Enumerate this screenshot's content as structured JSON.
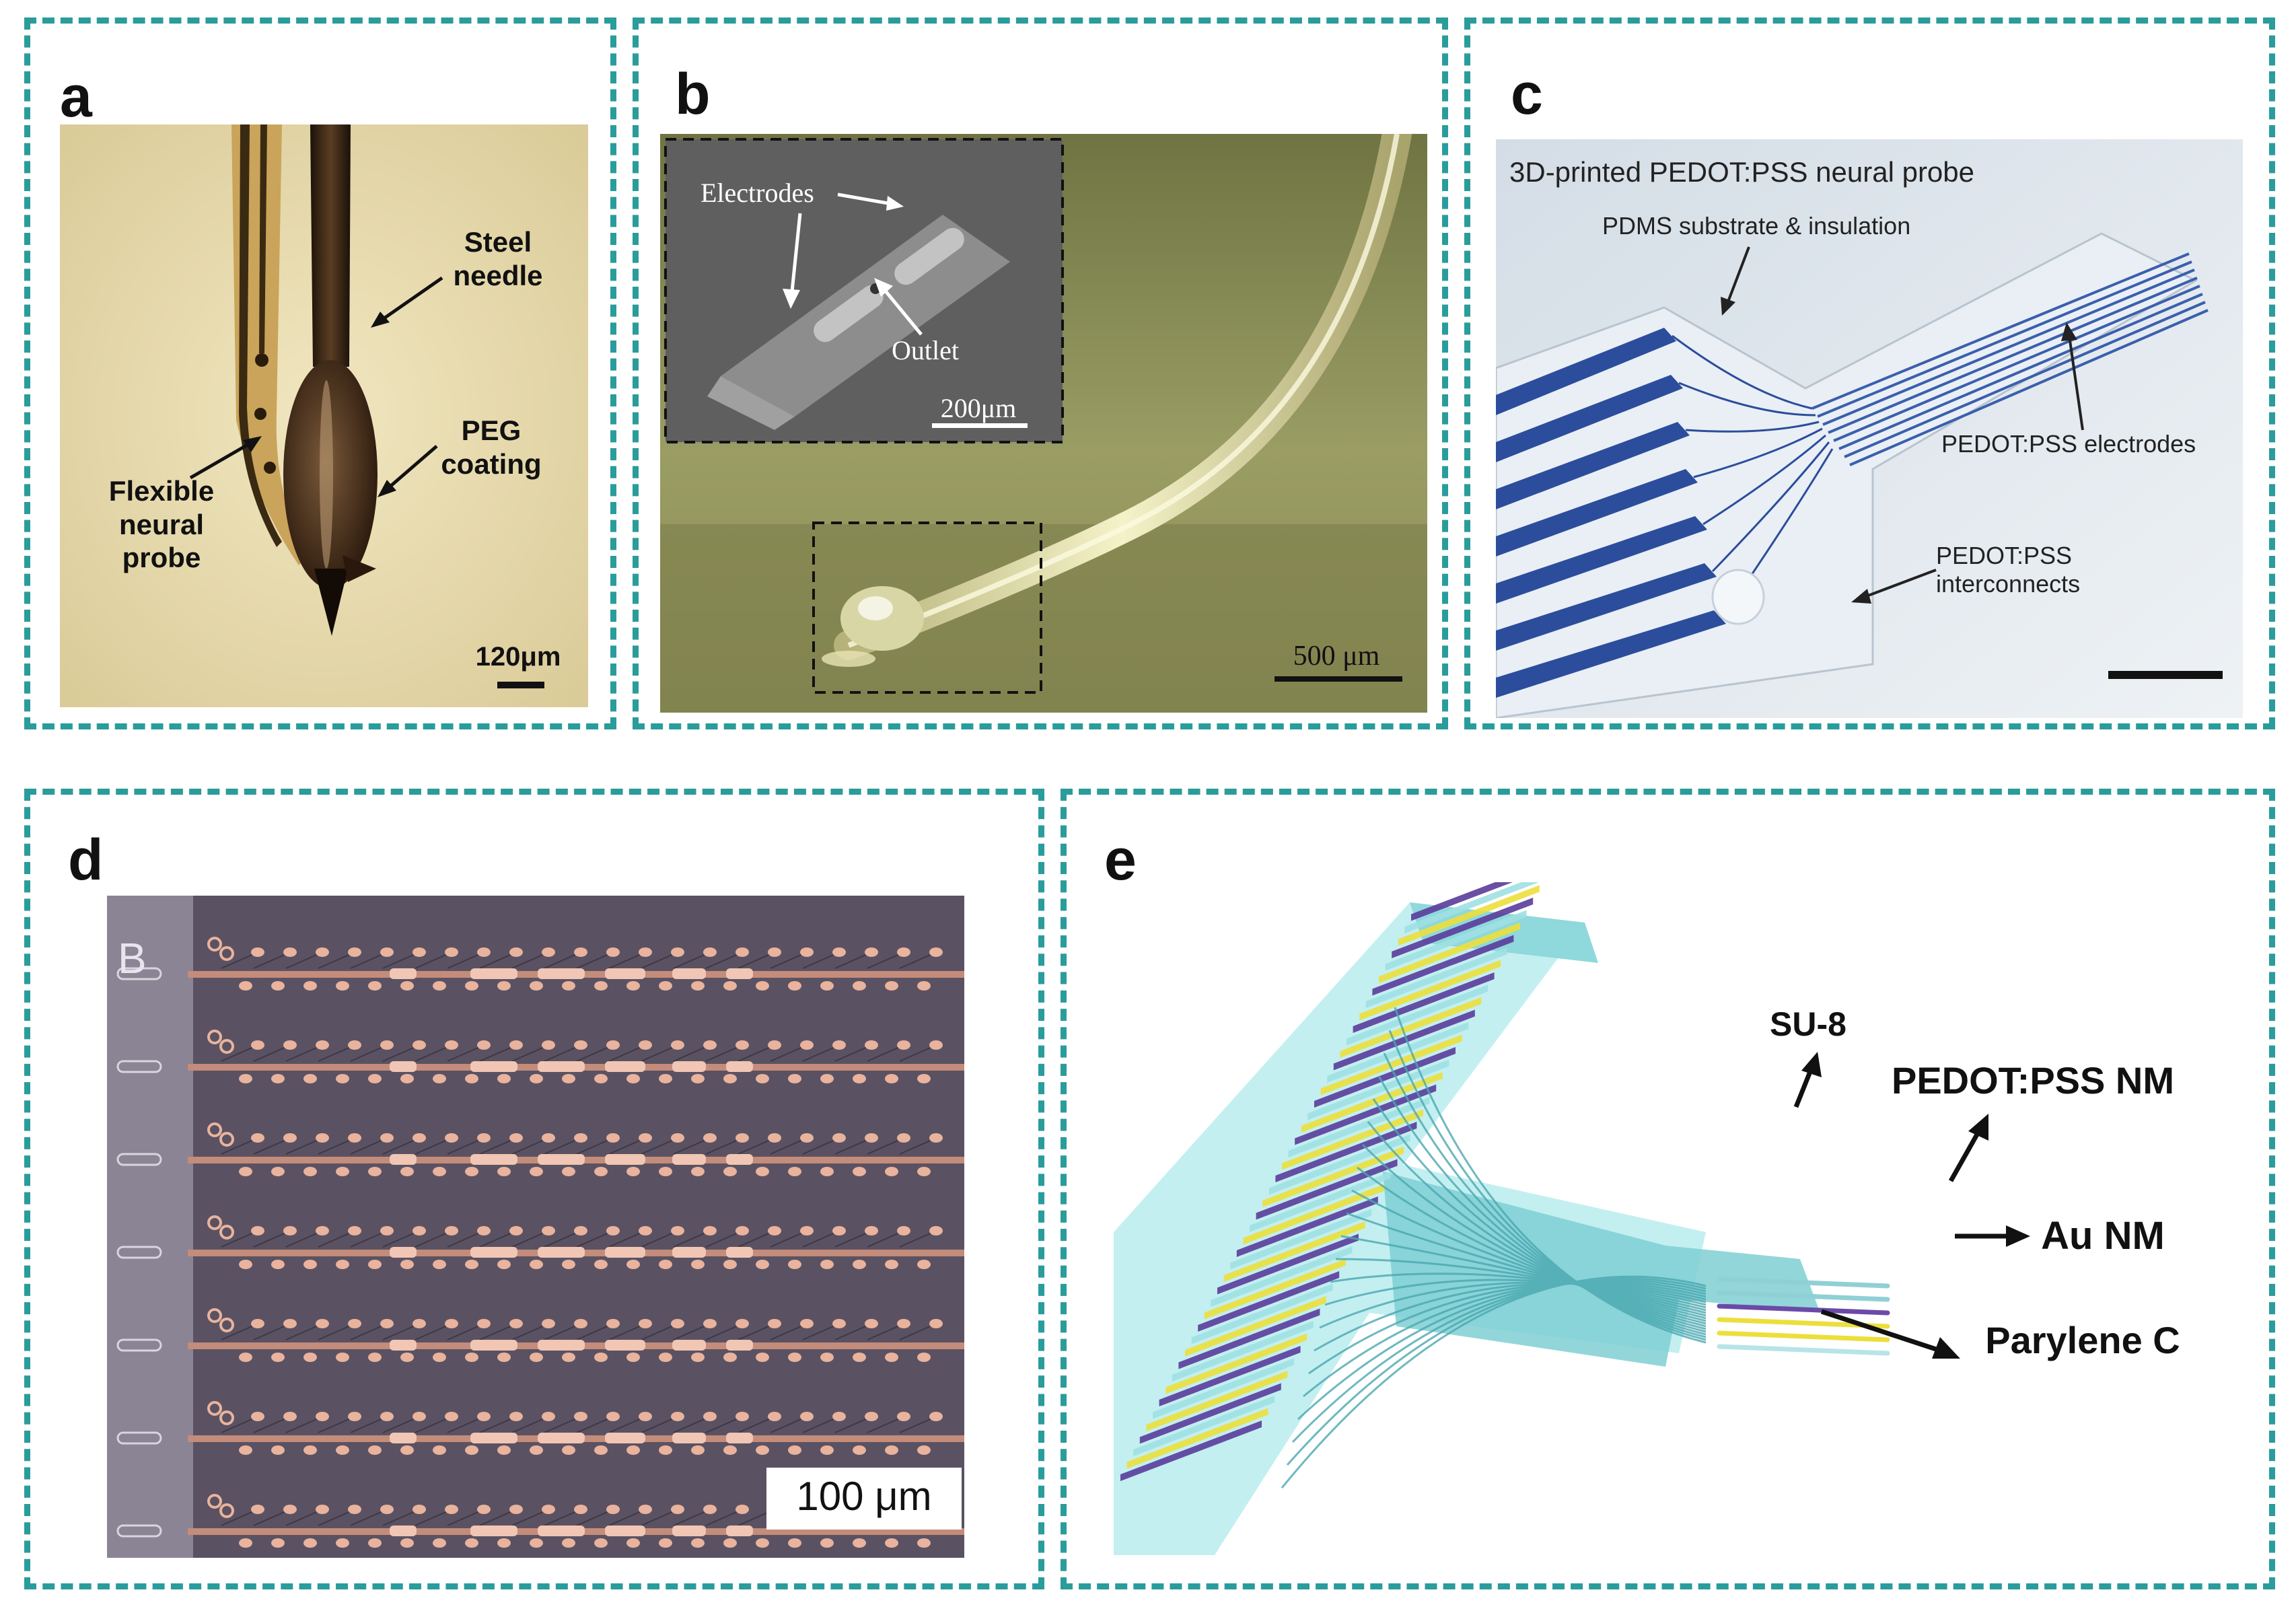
{
  "panels": {
    "a": {
      "letter": "a",
      "steel_needle": "Steel needle",
      "peg_coating": "PEG coating",
      "flexible_probe": "Flexible neural probe",
      "scale": "120μm"
    },
    "b": {
      "letter": "b",
      "electrodes": "Electrodes",
      "outlet": "Outlet",
      "inset_scale": "200μm",
      "scale": "500 μm"
    },
    "c": {
      "letter": "c",
      "title": "3D-printed PEDOT:PSS neural probe",
      "pdms": "PDMS substrate & insulation",
      "pedot_electrodes": "PEDOT:PSS electrodes",
      "pedot_interconnects": "PEDOT:PSS interconnects"
    },
    "d": {
      "letter": "d",
      "sublabel": "B",
      "scale": "100 μm"
    },
    "e": {
      "letter": "e",
      "su8": "SU-8",
      "pedot_nm": "PEDOT:PSS NM",
      "au_nm": "Au NM",
      "parylene": "Parylene C"
    }
  },
  "colors": {
    "dashed_border": "#2a9c9c",
    "panel_a_bg": "#e8dcae",
    "panel_b_bg": "#97995e",
    "panel_c_bg": "#dfe7ee",
    "panel_c_probe": "#2b4d9c",
    "panel_d_bg": "#5d5563",
    "panel_d_pad": "#e9b39d",
    "panel_e_purple": "#5a3c9a",
    "panel_e_yellow": "#ecdf3c",
    "panel_e_cyan": "#9fe0e2"
  }
}
